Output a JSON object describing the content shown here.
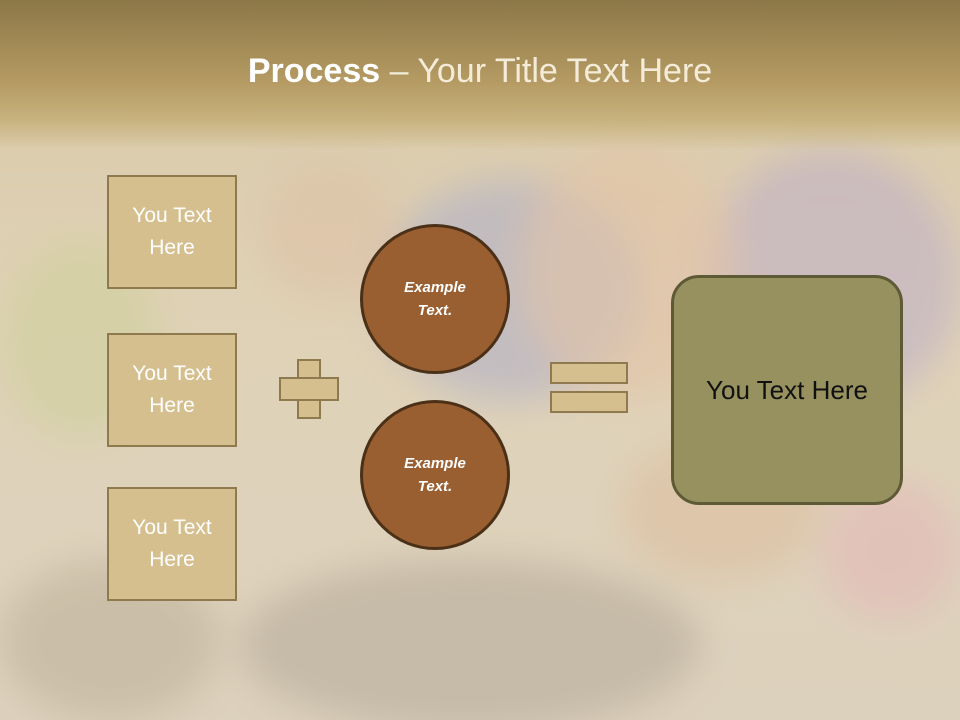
{
  "title": {
    "bold": "Process",
    "rest": " – Your Title Text Here"
  },
  "input_boxes": [
    {
      "line1": "You Text",
      "line2": "Here"
    },
    {
      "line1": "You Text",
      "line2": "Here"
    },
    {
      "line1": "You Text",
      "line2": "Here"
    }
  ],
  "circles": [
    {
      "line1": "Example",
      "line2": "Text."
    },
    {
      "line1": "Example",
      "line2": "Text."
    }
  ],
  "result": {
    "label": "You Text Here"
  },
  "colors": {
    "header": "#b59b63",
    "box_fill": "#d6bf8e",
    "circle_fill": "#9a5f30",
    "result_fill": "#96915f"
  }
}
